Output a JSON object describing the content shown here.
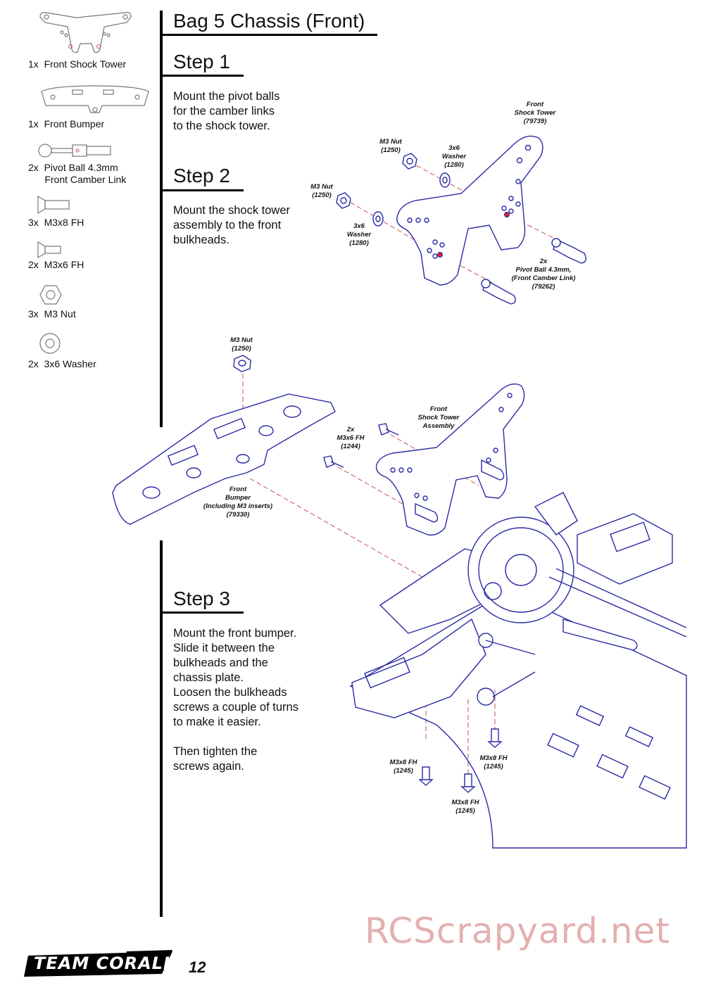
{
  "header": {
    "title": "Bag 5 Chassis (Front)"
  },
  "parts": [
    {
      "qty": "1x",
      "name": "Front Shock Tower",
      "icon": "shock-tower-icon"
    },
    {
      "qty": "1x",
      "name": "Front Bumper",
      "icon": "bumper-icon"
    },
    {
      "qty": "2x",
      "name": "Pivot Ball 4.3mm\n      Front Camber Link",
      "icon": "pivot-ball-icon"
    },
    {
      "qty": "3x",
      "name": "M3x8 FH",
      "icon": "screw-icon"
    },
    {
      "qty": "2x",
      "name": "M3x6 FH",
      "icon": "screw-icon"
    },
    {
      "qty": "3x",
      "name": "M3 Nut",
      "icon": "nut-icon"
    },
    {
      "qty": "2x",
      "name": "3x6 Washer",
      "icon": "washer-icon"
    }
  ],
  "steps": [
    {
      "title": "Step 1",
      "text": "Mount the pivot balls\nfor the camber links\nto the shock tower."
    },
    {
      "title": "Step 2",
      "text": "Mount the shock tower\nassembly to the front\nbulkheads."
    },
    {
      "title": "Step 3",
      "text": "Mount the front bumper.\nSlide it between the\nbulkheads and the\nchassis plate.\nLoosen the bulkheads\nscrews a couple of turns\nto make it easier.\n\nThen tighten the\nscrews again."
    }
  ],
  "callouts": {
    "front_shock_tower": "Front\nShock Tower\n(79739)",
    "m3_nut_a": "M3 Nut\n(1250)",
    "washer_a": "3x6\nWasher\n(1280)",
    "m3_nut_b": "M3 Nut\n(1250)",
    "washer_b": "3x6\nWasher\n(1280)",
    "pivot_ball": "2x\nPivot Ball 4.3mm,\n(Front Camber Link)\n(79262)",
    "m3_nut_c": "M3 Nut\n(1250)",
    "m3x6_fh": "2x\nM3x6 FH\n(1244)",
    "shock_tower_assembly": "Front\nShock Tower\nAssembly",
    "front_bumper": "Front\nBumper\n(Including M3 inserts)\n(79330)",
    "m3x8_a": "M3x8 FH\n(1245)",
    "m3x8_b": "M3x8 FH\n(1245)",
    "m3x8_c": "M3x8 FH\n(1245)"
  },
  "footer": {
    "logo_text": "TEAM CORALLY",
    "page_number": "12"
  },
  "watermark": "RCScrapyard.net",
  "colors": {
    "line_art": "#2a2aa6",
    "dash": "#c0505a",
    "watermark": "#e3b0b0"
  }
}
